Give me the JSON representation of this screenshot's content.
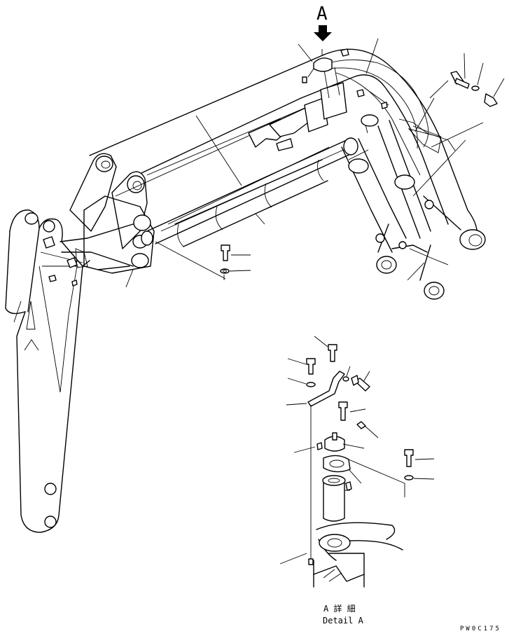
{
  "view_marker": {
    "letter": "A"
  },
  "detail_caption": {
    "line1": "A 詳 細",
    "line2": "Detail A"
  },
  "drawing_code": "PW0C175"
}
